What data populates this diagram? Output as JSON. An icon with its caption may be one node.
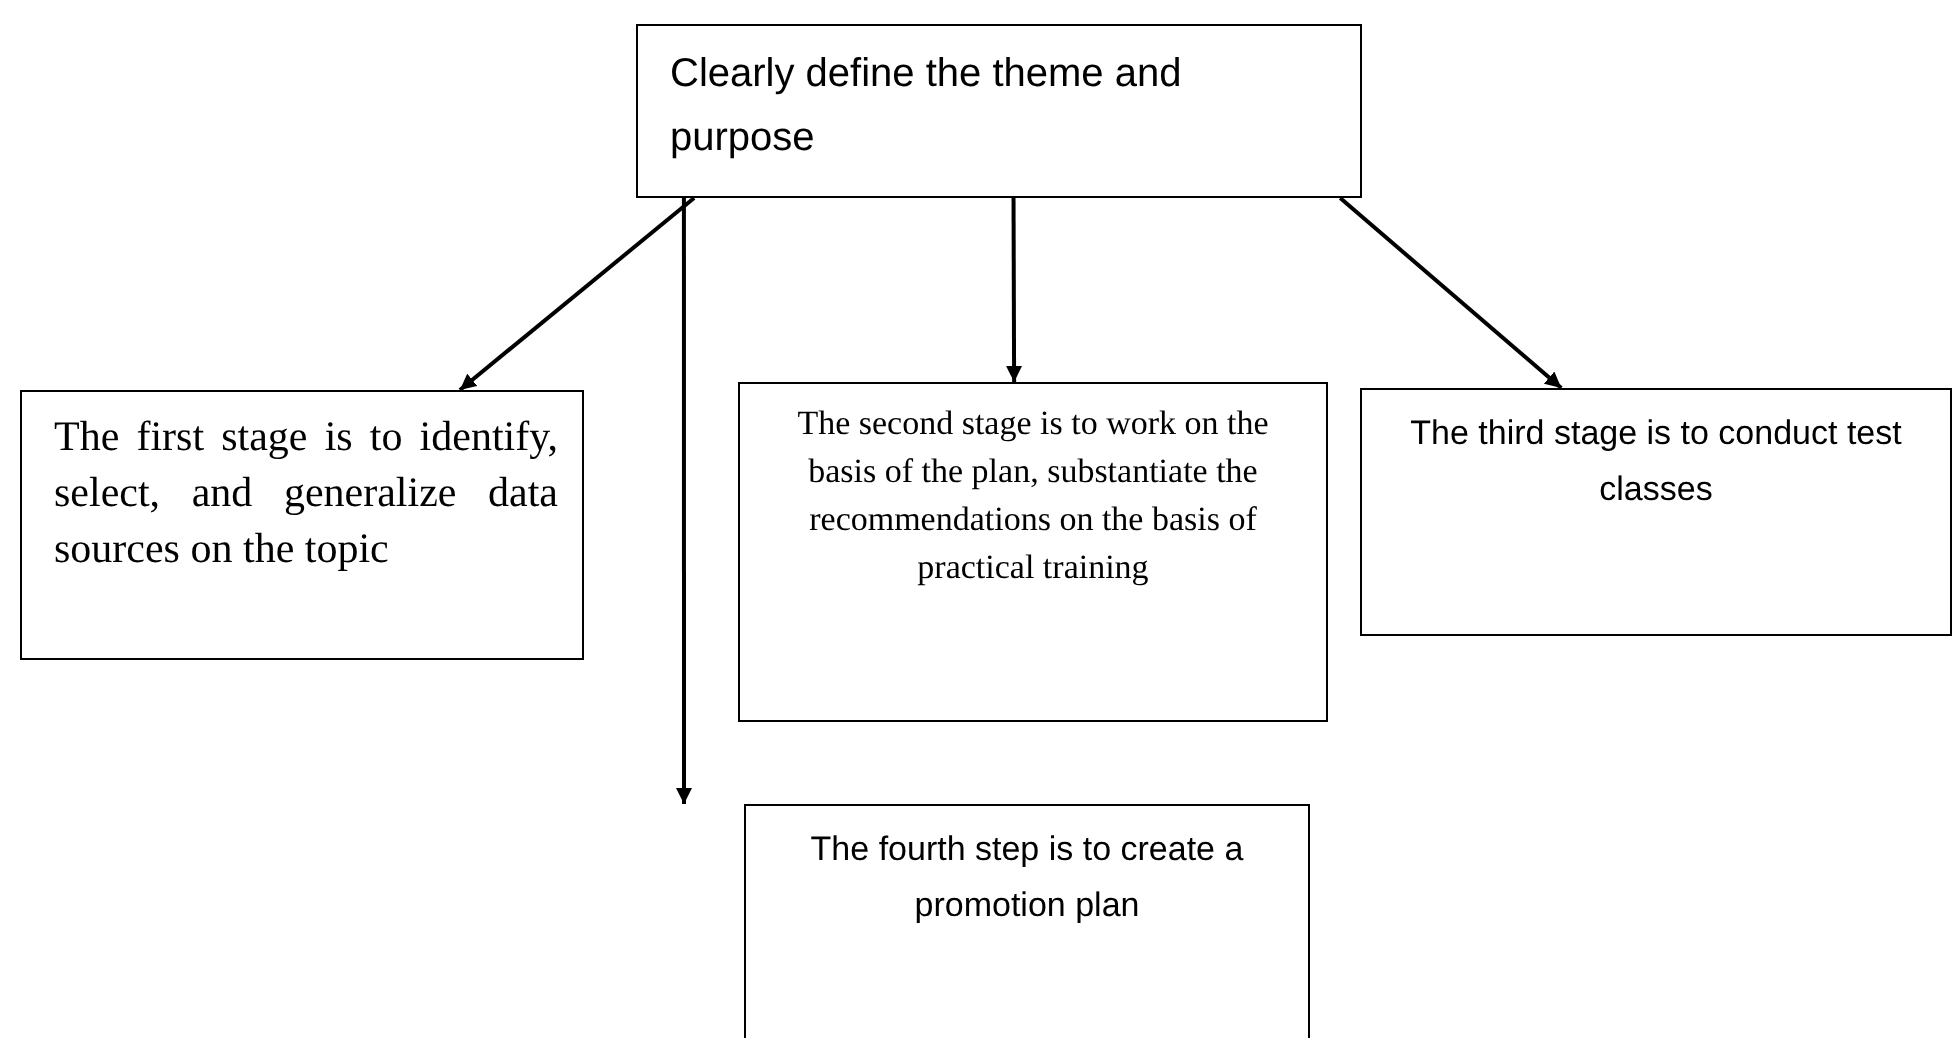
{
  "diagram": {
    "nodes": [
      {
        "text": [
          "Clearly define the theme and purpose"
        ]
      },
      {
        "text": [
          "The first stage is to identify, select, and generalize data sources on the topic"
        ]
      },
      {
        "text": [
          "The second stage is to work on the basis of the plan, substantiate the recommendations on the basis of practical training"
        ]
      },
      {
        "text": [
          "The third stage is to conduct test classes"
        ]
      },
      {
        "text": [
          "The fourth step is to create a promotion plan"
        ]
      }
    ],
    "edges": [
      {
        "from": 0,
        "to": 1,
        "arrow": "to"
      },
      {
        "from": 0,
        "to": 4,
        "arrow": "to"
      },
      {
        "from": 0,
        "to": 2,
        "arrow": "to"
      },
      {
        "from": 0,
        "to": 3,
        "arrow": "to"
      }
    ]
  }
}
